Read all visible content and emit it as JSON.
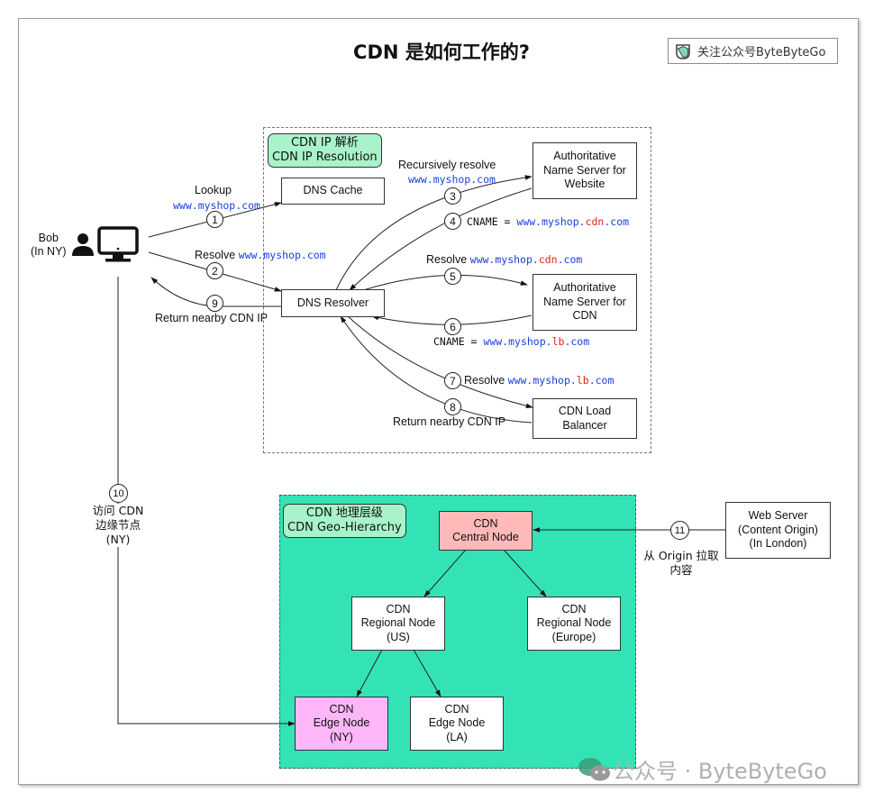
{
  "title": "CDN 是如何工作的?",
  "follow_badge": {
    "icon": "bytebytego-logo-icon",
    "text": "关注公众号ByteByteGo"
  },
  "watermark": {
    "icon": "wechat-icon",
    "text": "公众号 · ByteByteGo"
  },
  "colors": {
    "url_blue": "#1a3fe0",
    "url_red": "#e0231c",
    "geo_bg": "#33e3b5",
    "tag_bg": "#a8f3c9",
    "central_node": "#ffb9b9",
    "edge_ny": "#fdb7f8"
  },
  "user": {
    "name": "Bob",
    "location": "(In NY)",
    "person_icon": "person-icon",
    "computer_icon": "monitor-icon"
  },
  "dns_group": {
    "tag_line1": "CDN IP 解析",
    "tag_line2": "CDN IP Resolution",
    "nodes": {
      "dns_cache": "DNS Cache",
      "dns_resolver": "DNS Resolver",
      "auth_website": "Authoritative\nName Server for\nWebsite",
      "auth_cdn": "Authoritative\nName Server for\nCDN",
      "load_balancer": "CDN Load\nBalancer"
    }
  },
  "steps": [
    {
      "num": "1",
      "label": "Lookup",
      "url": "www.myshop.com"
    },
    {
      "num": "2",
      "label": "Resolve",
      "url": "www.myshop.com"
    },
    {
      "num": "3",
      "label": "Recursively resolve",
      "url": "www.myshop.com"
    },
    {
      "num": "4",
      "label": "CNAME =",
      "url_prefix": "www.myshop.",
      "url_highlight": "cdn",
      "url_suffix": ".com"
    },
    {
      "num": "5",
      "label": "Resolve",
      "url_prefix": "www.myshop.",
      "url_highlight": "cdn",
      "url_suffix": ".com"
    },
    {
      "num": "6",
      "label": "CNAME =",
      "url_prefix": "www.myshop.",
      "url_highlight": "lb",
      "url_suffix": ".com"
    },
    {
      "num": "7",
      "label": "Resolve",
      "url_prefix": "www.myshop.",
      "url_highlight": "lb",
      "url_suffix": ".com"
    },
    {
      "num": "8",
      "label": "Return nearby CDN IP"
    },
    {
      "num": "9",
      "label": "Return nearby CDN IP"
    },
    {
      "num": "10",
      "label_line1": "访问 CDN",
      "label_line2": "边缘节点",
      "label_line3": "(NY)"
    },
    {
      "num": "11",
      "label_line1": "从 Origin 拉取",
      "label_line2": "内容"
    }
  ],
  "geo_group": {
    "tag_line1": "CDN 地理层级",
    "tag_line2": "CDN Geo-Hierarchy",
    "nodes": {
      "central": "CDN\nCentral Node",
      "regional_us": "CDN\nRegional Node\n(US)",
      "regional_eu": "CDN\nRegional Node\n(Europe)",
      "edge_ny": "CDN\nEdge Node\n(NY)",
      "edge_la": "CDN\nEdge Node\n(LA)"
    }
  },
  "web_server": "Web Server\n(Content Origin)\n(In London)"
}
